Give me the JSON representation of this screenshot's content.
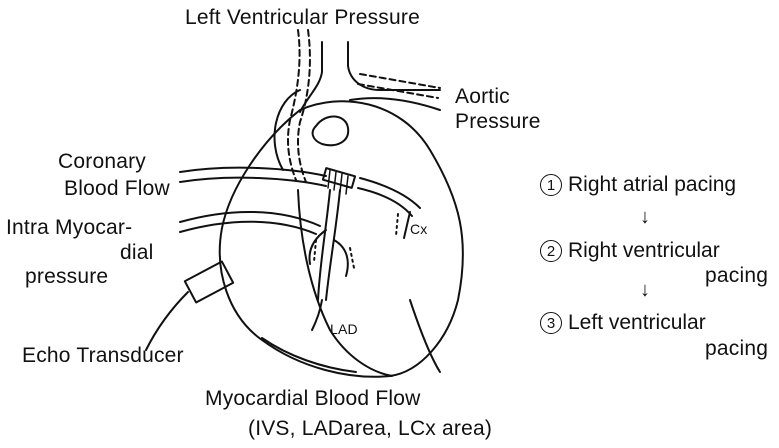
{
  "labels": {
    "left_ventricular_pressure": "Left Ventricular Pressure",
    "aortic_line1": "Aortic",
    "aortic_line2": "Pressure",
    "coronary_line1": "Coronary",
    "coronary_line2": "Blood Flow",
    "intra_line1": "Intra Myocar-",
    "intra_line2": "dial",
    "intra_line3": "pressure",
    "echo_transducer": "Echo Transducer",
    "myocardial_blood_flow": "Myocardial Blood Flow",
    "areas": "(IVS, LADarea, LCx area)",
    "lad": "LAD",
    "cx": "Cx"
  },
  "steps": [
    {
      "number": "1",
      "line1": "Right atrial pacing",
      "line2": ""
    },
    {
      "number": "2",
      "line1": "Right ventricular",
      "line2": "pacing"
    },
    {
      "number": "3",
      "line1": "Left ventricular",
      "line2": "pacing"
    }
  ],
  "arrow_glyph": "↓"
}
